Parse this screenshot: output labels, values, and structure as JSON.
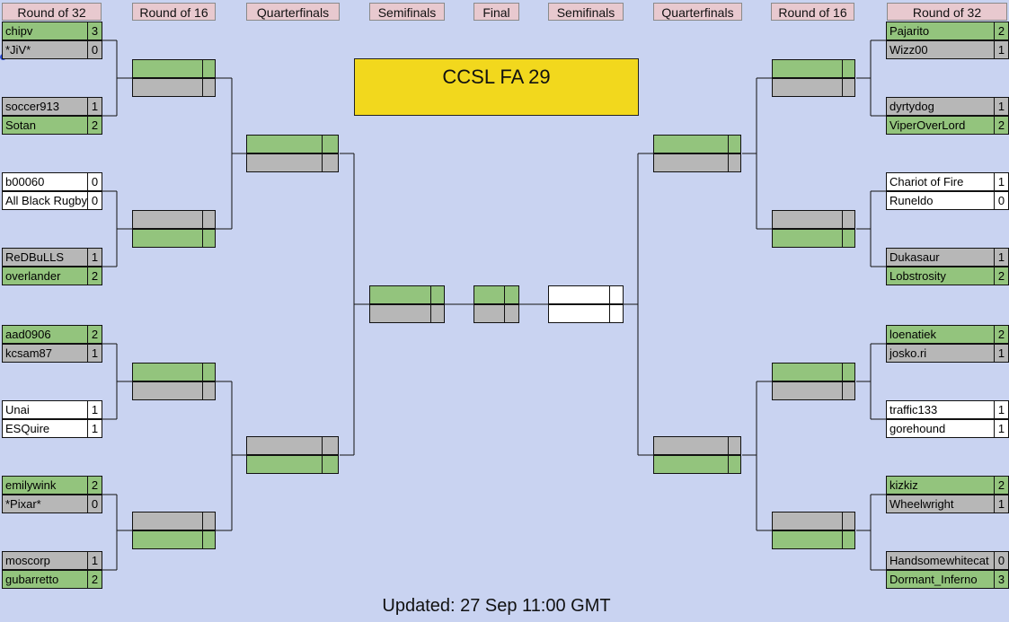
{
  "title": "CCSL FA 29",
  "updated": "Updated: 27 Sep 11:00 GMT",
  "headers": [
    "Round of 32",
    "Round of 16",
    "Quarterfinals",
    "Semifinals",
    "Final",
    "Semifinals",
    "Quarterfinals",
    "Round of 16",
    "Round of 32"
  ],
  "left_r32": [
    {
      "name": "chipv",
      "score": "3",
      "status": "win"
    },
    {
      "name": "*JiV*",
      "score": "0",
      "status": "loss"
    },
    {
      "name": "soccer913",
      "score": "1",
      "status": "loss"
    },
    {
      "name": "Sotan",
      "score": "2",
      "status": "win"
    },
    {
      "name": "b00060",
      "score": "0",
      "status": "pending"
    },
    {
      "name": "All Black Rugby",
      "score": "0",
      "status": "pending"
    },
    {
      "name": "ReDBuLLS",
      "score": "1",
      "status": "loss"
    },
    {
      "name": "overlander",
      "score": "2",
      "status": "win"
    },
    {
      "name": "aad0906",
      "score": "2",
      "status": "win"
    },
    {
      "name": "kcsam87",
      "score": "1",
      "status": "loss"
    },
    {
      "name": "Unai",
      "score": "1",
      "status": "pending"
    },
    {
      "name": "ESQuire",
      "score": "1",
      "status": "pending"
    },
    {
      "name": "emilywink",
      "score": "2",
      "status": "win"
    },
    {
      "name": "*Pixar*",
      "score": "0",
      "status": "loss"
    },
    {
      "name": "moscorp",
      "score": "1",
      "status": "loss"
    },
    {
      "name": "gubarretto",
      "score": "2",
      "status": "win"
    }
  ],
  "right_r32": [
    {
      "name": "Pajarito",
      "score": "2",
      "status": "win"
    },
    {
      "name": "Wizz00",
      "score": "1",
      "status": "loss"
    },
    {
      "name": "dyrtydog",
      "score": "1",
      "status": "loss"
    },
    {
      "name": "ViperOverLord",
      "score": "2",
      "status": "win"
    },
    {
      "name": "Chariot of Fire",
      "score": "1",
      "status": "pending"
    },
    {
      "name": "Runeldo",
      "score": "0",
      "status": "pending"
    },
    {
      "name": "Dukasaur",
      "score": "1",
      "status": "loss"
    },
    {
      "name": "Lobstrosity",
      "score": "2",
      "status": "win"
    },
    {
      "name": "loenatiek",
      "score": "2",
      "status": "win"
    },
    {
      "name": "josko.ri",
      "score": "1",
      "status": "loss"
    },
    {
      "name": "traffic133",
      "score": "1",
      "status": "pending"
    },
    {
      "name": "gorehound",
      "score": "1",
      "status": "pending"
    },
    {
      "name": "kizkiz",
      "score": "2",
      "status": "win"
    },
    {
      "name": "Wheelwright",
      "score": "1",
      "status": "loss"
    },
    {
      "name": "Handsomewhitecat",
      "score": "0",
      "status": "loss"
    },
    {
      "name": "Dormant_Inferno",
      "score": "3",
      "status": "win"
    }
  ],
  "left_r16": [
    "win",
    "loss",
    "loss",
    "win",
    "win",
    "loss",
    "loss",
    "win"
  ],
  "right_r16": [
    "win",
    "loss",
    "loss",
    "win",
    "win",
    "loss",
    "loss",
    "win"
  ],
  "left_qf": [
    "win",
    "loss",
    "loss",
    "win"
  ],
  "right_qf": [
    "win",
    "loss",
    "loss",
    "win"
  ],
  "left_sf": [
    "win",
    "loss"
  ],
  "final": [
    "win",
    "loss"
  ],
  "right_sf": [
    "pending",
    "pending"
  ]
}
